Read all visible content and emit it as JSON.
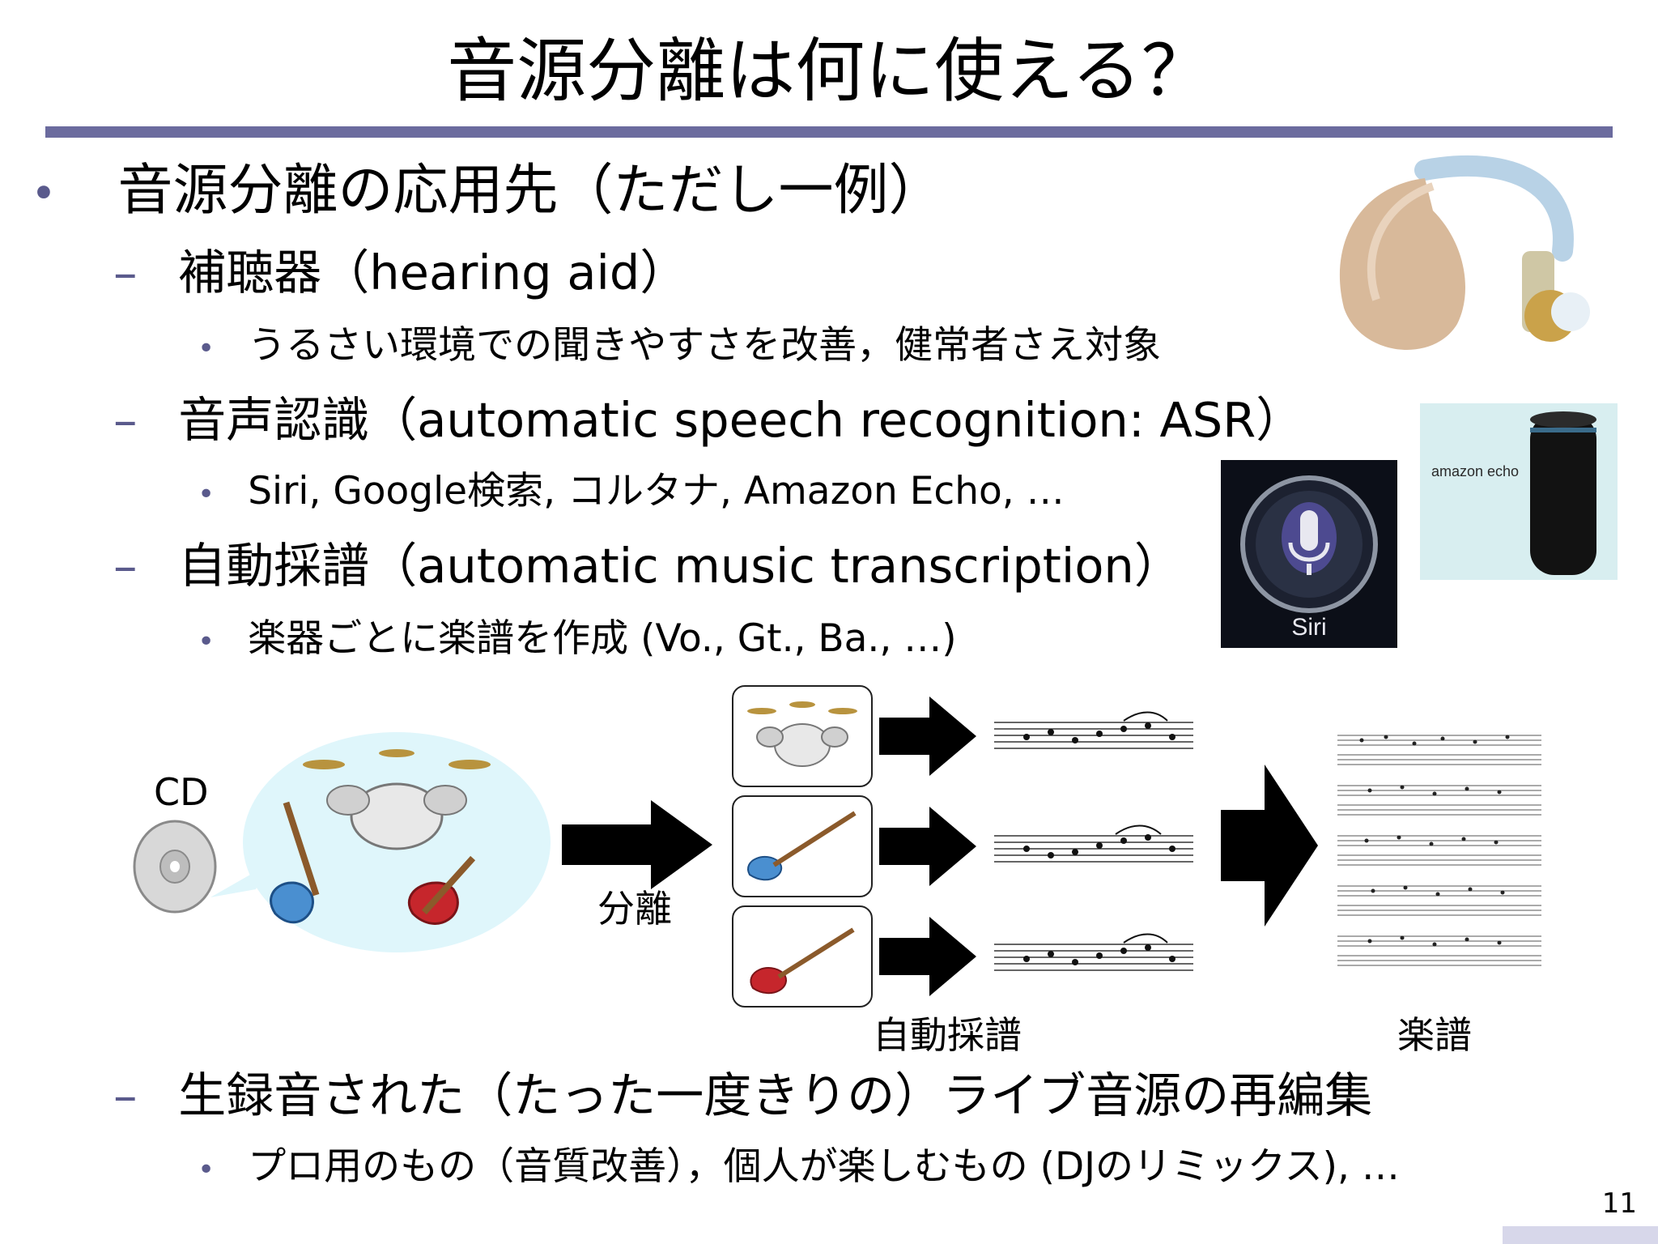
{
  "slide": {
    "title": "音源分離は何に使える？",
    "page_number": "11"
  },
  "bullets": {
    "main": "音源分離の応用先（ただし一例）",
    "hearing_aid": "補聴器（hearing aid）",
    "hearing_aid_sub": "うるさい環境での聞きやすさを改善，健常者さえ対象",
    "asr": "音声認識（automatic speech recognition: ASR）",
    "asr_sub": "Siri, Google検索, コルタナ, Amazon Echo, …",
    "amt": "自動採譜（automatic music transcription）",
    "amt_sub": "楽器ごとに楽譜を作成 (Vo., Gt., Ba., …)",
    "live": "生録音された（たった一度きりの）ライブ音源の再編集",
    "live_sub": "プロ用のもの（音質改善），個人が楽しむもの (DJのリミックス), …"
  },
  "diagram": {
    "cd_label": "CD",
    "separation_label": "分離",
    "transcription_label": "自動採譜",
    "score_label": "楽譜"
  },
  "images": {
    "siri_text": "Siri",
    "echo_text": "amazon echo"
  },
  "bullet_glyphs": {
    "dot": "•",
    "dash": "–"
  }
}
